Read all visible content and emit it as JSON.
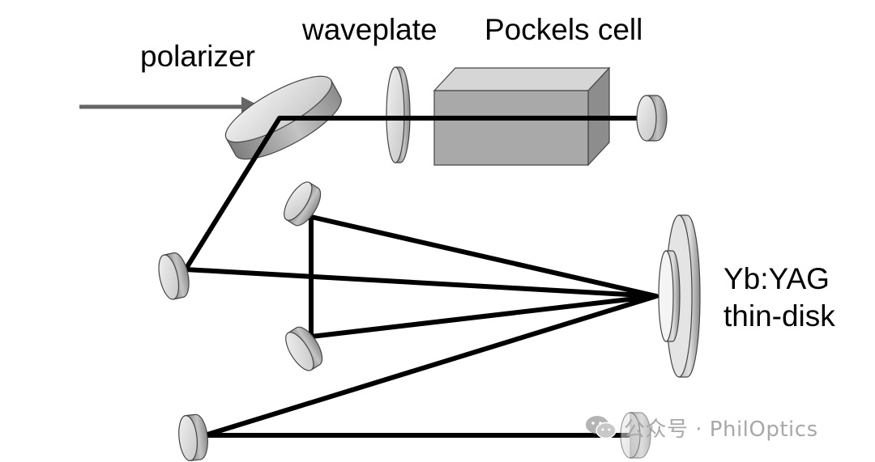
{
  "labels": {
    "polarizer": "polarizer",
    "waveplate": "waveplate",
    "pockels_cell": "Pockels cell",
    "gain_medium_line1": "Yb:YAG",
    "gain_medium_line2": "thin-disk"
  },
  "watermark": {
    "text": "公众号 · PhilOptics",
    "icon": "wechat-icon"
  },
  "colors": {
    "beam": "#000000",
    "output_beam": "#666666",
    "component_face": "#c9c9c9",
    "component_side": "#8a8a8a"
  }
}
